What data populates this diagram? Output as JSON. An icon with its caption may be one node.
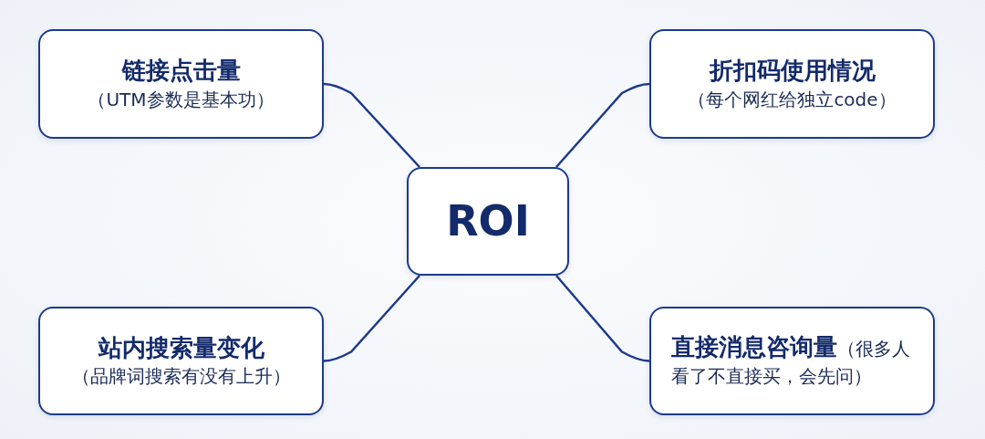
{
  "diagram": {
    "nodes": [
      {
        "text": [
          "链接点击量",
          "（UTM参数是基本功）"
        ]
      },
      {
        "text": [
          "折扣码使用情况",
          "（每个网红给独立code）"
        ]
      },
      {
        "text": [
          "ROI"
        ]
      },
      {
        "text": [
          "站内搜索量变化",
          "（品牌词搜索有没有上升）"
        ]
      },
      {
        "text": [
          "直接消息咨询量",
          "（很多人看了不直接买，会先问）"
        ]
      }
    ],
    "edges": [
      {
        "from": 2,
        "to": 0,
        "arrow": "none"
      },
      {
        "from": 2,
        "to": 1,
        "arrow": "none"
      },
      {
        "from": 2,
        "to": 3,
        "arrow": "none"
      },
      {
        "from": 2,
        "to": 4,
        "arrow": "none"
      }
    ]
  }
}
